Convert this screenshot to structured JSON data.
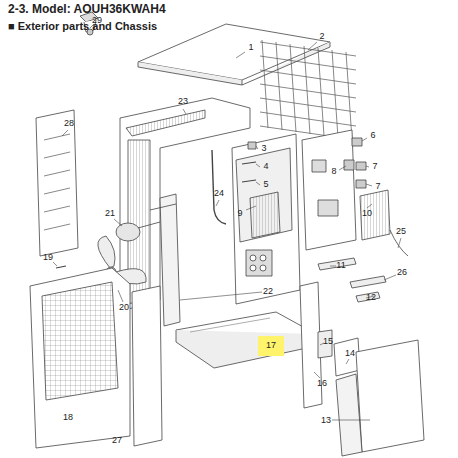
{
  "diagram": {
    "title": "2-3. Model: AOUH36KWAH4",
    "nodes": [
      {
        "text": [
          "17"
        ]
      }
    ],
    "labels": [
      "■ Exterior parts and Chassis",
      "29",
      "1",
      "2",
      "28",
      "23",
      "3",
      "4",
      "5",
      "6",
      "8",
      "7",
      "7",
      "24",
      "9",
      "10",
      "21",
      "25",
      "19",
      "26",
      "11",
      "20",
      "22",
      "12",
      "15",
      "14",
      "16",
      "18",
      "13",
      "27"
    ]
  }
}
